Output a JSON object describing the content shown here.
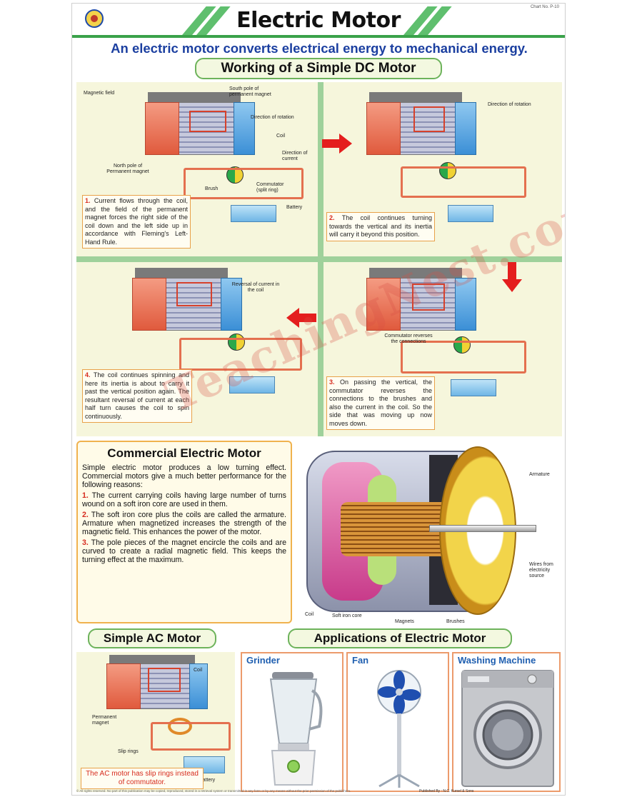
{
  "header": {
    "title": "Electric Motor",
    "tagline": "An electric motor converts electrical energy to mechanical energy.",
    "code": "Chart No. P-10"
  },
  "dc_section": {
    "title": "Working of a Simple DC Motor",
    "panel1": {
      "labels": {
        "magnetic_field": "Magnetic field",
        "south_pole": "South pole of permanent magnet",
        "direction_rotation": "Direction of rotation",
        "coil": "Coil",
        "north_pole": "North pole of Permanent magnet",
        "direction_current": "Direction of current",
        "brush": "Brush",
        "commutator": "Commutator (split ring)",
        "battery": "Battery"
      },
      "num": "1.",
      "text": "Current flows through the coil, and the field of the permanent magnet forces the right side of the coil down and the left side up in accordance with Fleming's Left-Hand Rule."
    },
    "panel2": {
      "labels": {
        "direction_rotation": "Direction of rotation"
      },
      "num": "2.",
      "text": "The coil continues turning towards the vertical and its inertia will carry it beyond this position."
    },
    "panel3": {
      "labels": {
        "reversal": "Reversal of current in the coil"
      },
      "num": "4.",
      "text": "The coil continues spinning and here its inertia is about to carry it past the vertical position again. The resultant reversal of current at each half turn causes the coil to spin continuously."
    },
    "panel4": {
      "labels": {
        "commutator_reverses": "Commutator reverses the connections"
      },
      "num": "3.",
      "text": "On passing the vertical, the commutator reverses the connections to the brushes and also the current in the coil. So the side that was moving up now moves down."
    }
  },
  "commercial": {
    "title": "Commercial Electric Motor",
    "intro": "Simple electric motor produces a low turning effect. Commercial motors give a much better performance for the following reasons:",
    "points": [
      {
        "num": "1.",
        "text": "The current carrying coils having large number of turns wound on a soft iron core are used in them."
      },
      {
        "num": "2.",
        "text": "The soft iron core plus the coils are called the armature. Armature when magnetized increases the strength of the magnetic field. This enhances the power of the motor."
      },
      {
        "num": "3.",
        "text": "The pole pieces of the magnet encircle the coils and are curved to create a radial magnetic field. This keeps the turning effect at the maximum."
      }
    ],
    "labels": {
      "armature": "Armature",
      "wires": "Wires from electricity source",
      "coil": "Coil",
      "soft_iron_core": "Soft iron core",
      "magnets": "Magnets",
      "brushes": "Brushes"
    }
  },
  "ac_section": {
    "title": "Simple AC Motor",
    "labels": {
      "coil": "Coil",
      "permanent_magnet": "Permanent magnet",
      "slip_rings": "Slip rings",
      "battery": "Battery"
    },
    "note": "The AC motor has slip rings instead of commutator."
  },
  "applications": {
    "title": "Applications of Electric Motor",
    "items": [
      {
        "name": "Grinder"
      },
      {
        "name": "Fan"
      },
      {
        "name": "Washing Machine"
      }
    ]
  },
  "watermark": "TeachingNest.com",
  "footer": {
    "rights": "© All rights reserved. No part of this publication may be copied, reproduced, stored in a retrieval system or transmitted in any form or by any means without the prior permission of the publishers.",
    "publisher": "Published By : N.C. Kursel & Sons"
  },
  "colors": {
    "title_blue": "#1b3fa0",
    "accent_green": "#6db35b",
    "accent_red": "#e41e1e",
    "note_orange": "#e8a14a"
  }
}
